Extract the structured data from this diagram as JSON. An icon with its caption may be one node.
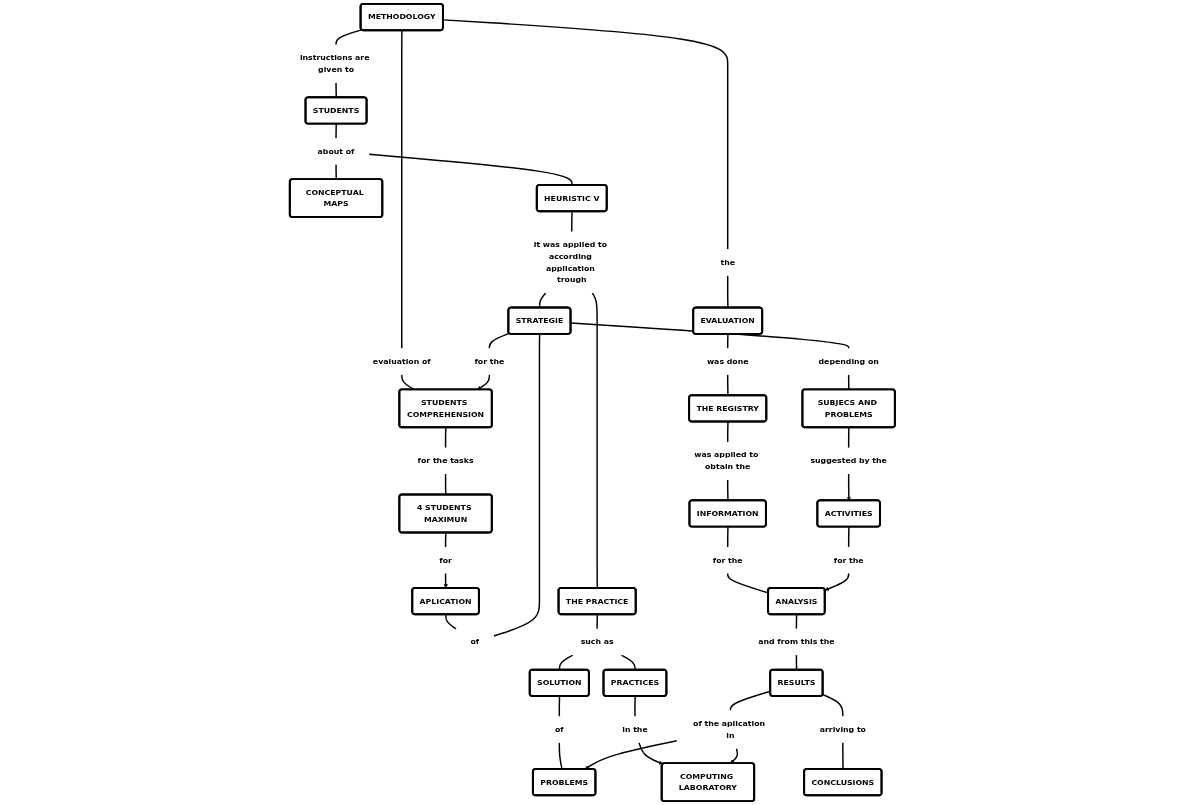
{
  "diagram": {
    "nodes": [
      {
        "text": [
          "METHODOLOGY"
        ]
      },
      {
        "text": [
          "instructions are given to"
        ]
      },
      {
        "text": [
          "evaluation of"
        ]
      },
      {
        "text": [
          "the"
        ]
      },
      {
        "text": [
          "STUDENTS"
        ]
      },
      {
        "text": [
          "STUDENTS COMPREHENSION"
        ]
      },
      {
        "text": [
          "EVALUATION"
        ]
      },
      {
        "text": [
          "about of"
        ]
      },
      {
        "text": [
          "for the tasks"
        ]
      },
      {
        "text": [
          "was done"
        ]
      },
      {
        "text": [
          "CONCEPTUAL MAPS"
        ]
      },
      {
        "text": [
          "HEURISTIC V"
        ]
      },
      {
        "text": [
          "4 STUDENTS MAXIMUN"
        ]
      },
      {
        "text": [
          "THE REGISTRY"
        ]
      },
      {
        "text": [
          "it was applied to according application trough"
        ]
      },
      {
        "text": [
          "for the"
        ]
      },
      {
        "text": [
          "APLICATION"
        ]
      },
      {
        "text": [
          "for"
        ]
      },
      {
        "text": [
          "was applied to obtain the"
        ]
      },
      {
        "text": [
          "THE PRACTICE"
        ]
      },
      {
        "text": [
          "INFORMATION"
        ]
      },
      {
        "text": [
          "of"
        ]
      },
      {
        "text": [
          "such as"
        ]
      },
      {
        "text": [
          "STRATEGIE"
        ]
      },
      {
        "text": [
          "depending on"
        ]
      },
      {
        "text": [
          "for the"
        ]
      },
      {
        "text": [
          "SOLUTION"
        ]
      },
      {
        "text": [
          "PRACTICES"
        ]
      },
      {
        "text": [
          "ANALYSIS"
        ]
      },
      {
        "text": [
          "SUBJECS AND PROBLEMS"
        ]
      },
      {
        "text": [
          "of"
        ]
      },
      {
        "text": [
          "in the"
        ]
      },
      {
        "text": [
          "COMPUTING LABORATORY"
        ]
      },
      {
        "text": [
          "suggested by the"
        ]
      },
      {
        "text": [
          "ACTIVITIES"
        ]
      },
      {
        "text": [
          "for the"
        ]
      },
      {
        "text": [
          "and from this the"
        ]
      },
      {
        "text": [
          "PROBLEMS"
        ]
      },
      {
        "text": [
          "RESULTS"
        ]
      },
      {
        "text": [
          "of the aplication in"
        ]
      },
      {
        "text": [
          "arriving to"
        ]
      },
      {
        "text": [
          "CONCLUSIONS"
        ]
      }
    ],
    "edges": [
      {
        "from": 0,
        "to": 1,
        "arrow": "none"
      },
      {
        "from": 1,
        "to": 4,
        "arrow": "none"
      },
      {
        "from": 0,
        "to": 2,
        "arrow": "none"
      },
      {
        "from": 2,
        "to": 5,
        "arrow": "none"
      },
      {
        "from": 0,
        "to": 3,
        "arrow": "none"
      },
      {
        "from": 3,
        "to": 6,
        "arrow": "none"
      },
      {
        "from": 4,
        "to": 7,
        "arrow": "none"
      },
      {
        "from": 7,
        "to": 10,
        "arrow": "none"
      },
      {
        "from": 7,
        "to": 11,
        "arrow": "none"
      },
      {
        "from": 5,
        "to": 8,
        "arrow": "none"
      },
      {
        "from": 8,
        "to": 12,
        "arrow": "none"
      },
      {
        "from": 6,
        "to": 9,
        "arrow": "none"
      },
      {
        "from": 9,
        "to": 13,
        "arrow": "none"
      },
      {
        "from": 11,
        "to": 14,
        "arrow": "none"
      },
      {
        "from": 14,
        "to": 19,
        "arrow": "none"
      },
      {
        "from": 14,
        "to": 23,
        "arrow": "none"
      },
      {
        "from": 23,
        "to": 15,
        "arrow": "none"
      },
      {
        "from": 15,
        "to": 5,
        "arrow": "to"
      },
      {
        "from": 12,
        "to": 17,
        "arrow": "none"
      },
      {
        "from": 17,
        "to": 16,
        "arrow": "to"
      },
      {
        "from": 13,
        "to": 18,
        "arrow": "none"
      },
      {
        "from": 18,
        "to": 20,
        "arrow": "none"
      },
      {
        "from": 16,
        "to": 21,
        "arrow": "none"
      },
      {
        "from": 21,
        "to": 23,
        "arrow": "none"
      },
      {
        "from": 19,
        "to": 22,
        "arrow": "none"
      },
      {
        "from": 22,
        "to": 26,
        "arrow": "none"
      },
      {
        "from": 22,
        "to": 27,
        "arrow": "none"
      },
      {
        "from": 23,
        "to": 24,
        "arrow": "none"
      },
      {
        "from": 24,
        "to": 29,
        "arrow": "none"
      },
      {
        "from": 20,
        "to": 25,
        "arrow": "none"
      },
      {
        "from": 25,
        "to": 28,
        "arrow": "none"
      },
      {
        "from": 26,
        "to": 30,
        "arrow": "none"
      },
      {
        "from": 30,
        "to": 37,
        "arrow": "none"
      },
      {
        "from": 27,
        "to": 31,
        "arrow": "none"
      },
      {
        "from": 31,
        "to": 32,
        "arrow": "to"
      },
      {
        "from": 29,
        "to": 33,
        "arrow": "none"
      },
      {
        "from": 33,
        "to": 34,
        "arrow": "to"
      },
      {
        "from": 34,
        "to": 35,
        "arrow": "none"
      },
      {
        "from": 35,
        "to": 28,
        "arrow": "to"
      },
      {
        "from": 28,
        "to": 36,
        "arrow": "none"
      },
      {
        "from": 36,
        "to": 38,
        "arrow": "none"
      },
      {
        "from": 38,
        "to": 39,
        "arrow": "none"
      },
      {
        "from": 39,
        "to": 32,
        "arrow": "to"
      },
      {
        "from": 39,
        "to": 37,
        "arrow": "to"
      },
      {
        "from": 38,
        "to": 40,
        "arrow": "none"
      },
      {
        "from": 40,
        "to": 41,
        "arrow": "none"
      }
    ]
  }
}
